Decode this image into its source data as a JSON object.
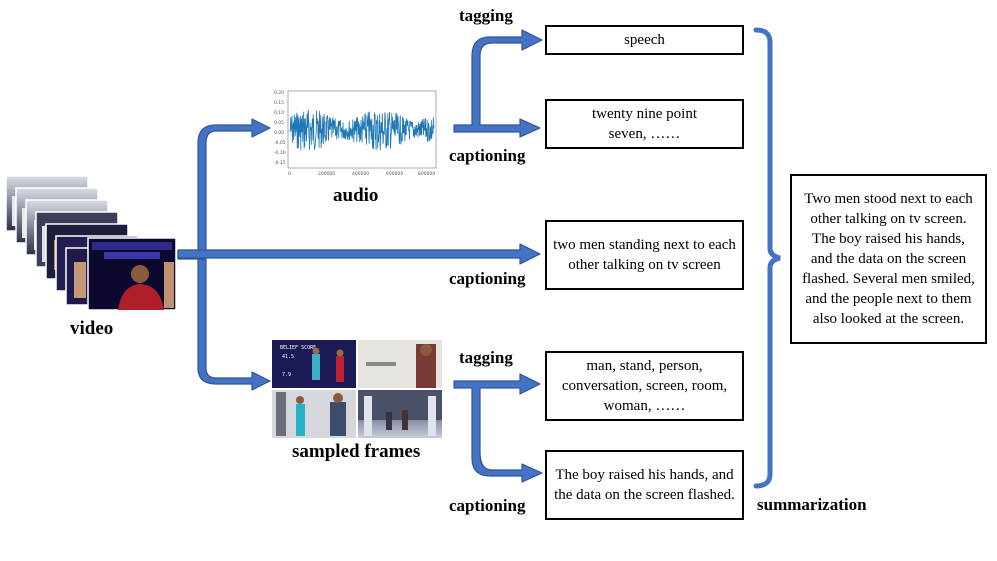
{
  "inputs": {
    "video_label": "video",
    "audio_label": "audio",
    "frames_label": "sampled frames"
  },
  "edge_labels": {
    "audio_tagging": "tagging",
    "audio_captioning": "captioning",
    "video_captioning": "captioning",
    "frames_tagging": "tagging",
    "frames_captioning": "captioning",
    "summarization": "summarization"
  },
  "outputs": {
    "audio_tag": "speech",
    "audio_caption": "twenty nine point seven, ……",
    "video_caption": "two men standing next to each other talking on tv screen",
    "frames_tags": "man, stand, person, conversation, screen, room, woman, ……",
    "frames_caption": "The boy raised his hands, and the data on the screen flashed.",
    "summary": "Two men stood next to each other talking on tv screen. The boy raised his hands, and the data on the screen flashed. Several men smiled, and the people next to them also looked at the screen."
  },
  "frame_overlay_text": {
    "title": "BELIEF SCORE",
    "value_1": "41.5",
    "value_2": "7.9"
  },
  "colors": {
    "arrow": "#4472c4",
    "arrow_edge": "#2f5597",
    "brace": "#4472c4",
    "waveform": "#1f77b4"
  }
}
